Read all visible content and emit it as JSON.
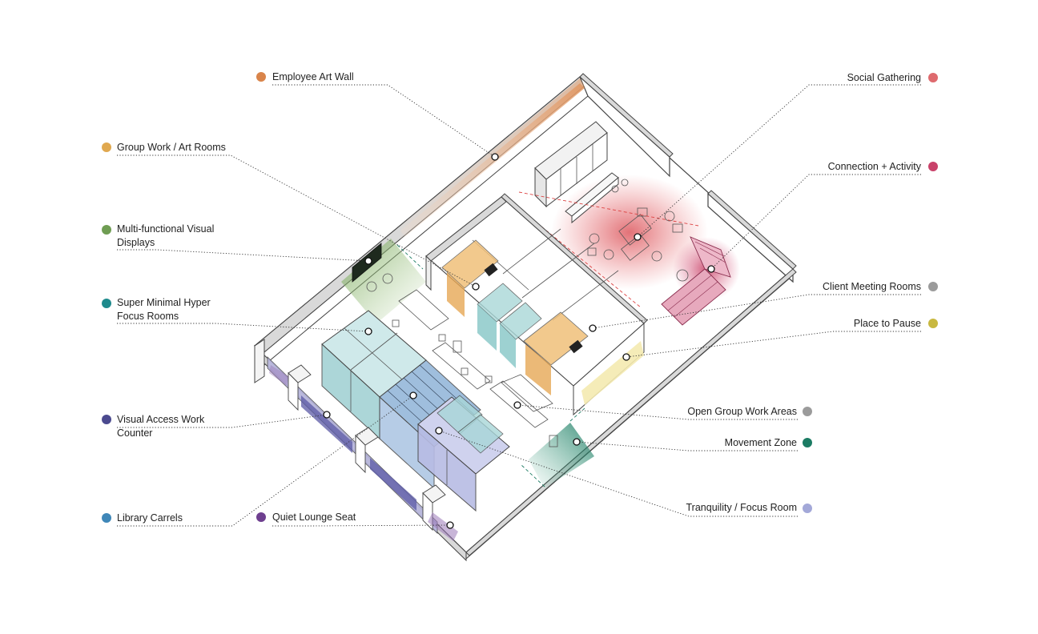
{
  "labels": {
    "employee_art_wall": "Employee Art Wall",
    "group_work_art_rooms": "Group Work / Art Rooms",
    "multi_functional_line1": "Multi-functional Visual",
    "multi_functional_line2": "Displays",
    "super_minimal_line1": "Super Minimal Hyper",
    "super_minimal_line2": "Focus Rooms",
    "visual_access_line1": "Visual Access Work",
    "visual_access_line2": "Counter",
    "library_carrels": "Library Carrels",
    "quiet_lounge_seat": "Quiet Lounge Seat",
    "social_gathering": "Social Gathering",
    "connection_activity": "Connection + Activity",
    "client_meeting_rooms": "Client Meeting Rooms",
    "place_to_pause": "Place to Pause",
    "open_group_work_areas": "Open Group Work Areas",
    "movement_zone": "Movement Zone",
    "tranquility_focus_room": "Tranquility / Focus Room"
  },
  "colors": {
    "employee_art_wall": "#d9844a",
    "group_work_art_rooms": "#e0a84f",
    "multi_functional": "#6f9d53",
    "super_minimal": "#1e8a8c",
    "visual_access": "#4b4a8f",
    "library_carrels": "#3f87b8",
    "quiet_lounge_seat": "#6e3f8f",
    "social_gathering": "#de6a6e",
    "connection_activity": "#c9426a",
    "client_meeting_rooms": "#9b9b9b",
    "place_to_pause": "#c8b840",
    "open_group_work_areas": "#9b9b9b",
    "movement_zone": "#1b7b63",
    "tranquility_focus_room": "#a3a8d8"
  }
}
